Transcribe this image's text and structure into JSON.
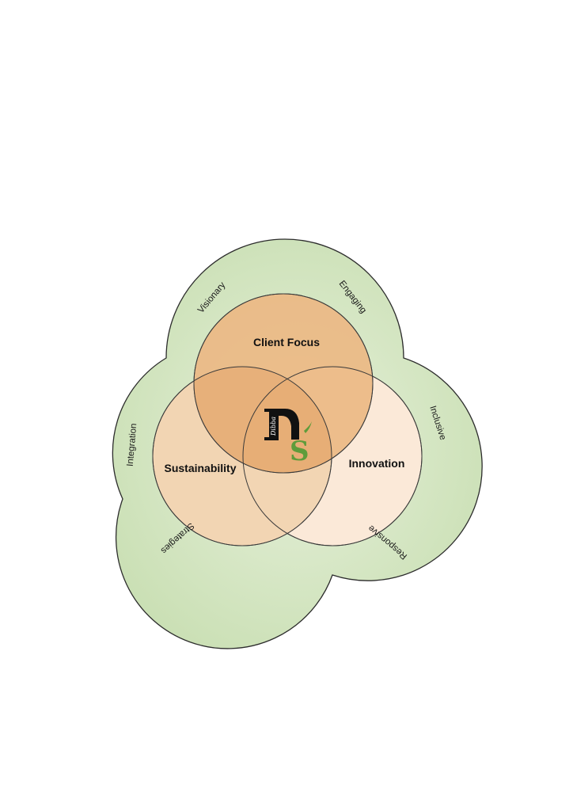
{
  "colors": {
    "outer_ring": "#d2e4bf",
    "outer_ring_light": "#e3eed7",
    "client_focus": "#ebb984",
    "sustainability": "#f2d5b3",
    "innovation": "#fbe9d8",
    "logo_black": "#111111",
    "logo_green": "#5f9c3b",
    "stroke": "#3a3a3a"
  },
  "circles": {
    "client_focus": {
      "label": "Client Focus"
    },
    "sustainability": {
      "label": "Sustainability"
    },
    "innovation": {
      "label": "Innovation"
    }
  },
  "outer_ring_words": {
    "visionary": "Visionary",
    "engaging": "Engaging",
    "inclusive": "Inclusive",
    "responsive": "Responsive",
    "strategies": "Strategies",
    "integration": "Integration"
  },
  "logo": {
    "letter_d": "D",
    "letter_s": "S",
    "script": "Dibba"
  }
}
